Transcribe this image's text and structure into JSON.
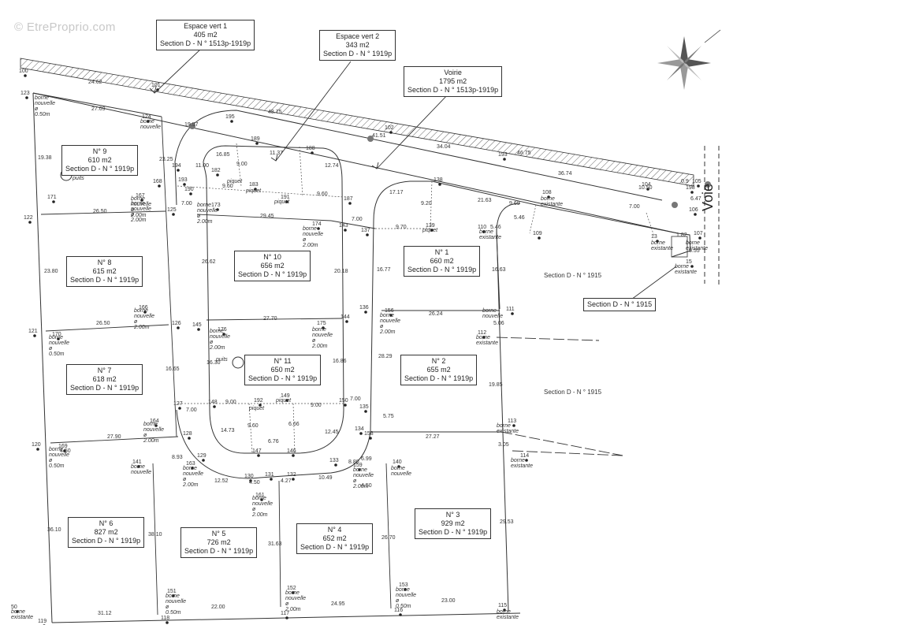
{
  "watermark": "© EtreProprio.com",
  "voie_label": "Voie",
  "parcels": [
    {
      "id": "n9",
      "lines": [
        "N° 9",
        "610 m2",
        "Section D - N ° 1919p"
      ]
    },
    {
      "id": "n8",
      "lines": [
        "N° 8",
        "615 m2",
        "Section D - N ° 1919p"
      ]
    },
    {
      "id": "n7",
      "lines": [
        "N° 7",
        "618 m2",
        "Section D - N ° 1919p"
      ]
    },
    {
      "id": "n6",
      "lines": [
        "N° 6",
        "827 m2",
        "Section D - N ° 1919p"
      ]
    },
    {
      "id": "n5",
      "lines": [
        "N° 5",
        "726 m2",
        "Section D - N ° 1919p"
      ]
    },
    {
      "id": "n4",
      "lines": [
        "N° 4",
        "652 m2",
        "Section D - N ° 1919p"
      ]
    },
    {
      "id": "n3",
      "lines": [
        "N° 3",
        "929 m2",
        "Section D - N ° 1919p"
      ]
    },
    {
      "id": "n2",
      "lines": [
        "N° 2",
        "655 m2",
        "Section D - N ° 1919p"
      ]
    },
    {
      "id": "n1",
      "lines": [
        "N° 1",
        "660 m2",
        "Section D - N ° 1919p"
      ]
    },
    {
      "id": "n10",
      "lines": [
        "N° 10",
        "656 m2",
        "Section D - N ° 1919p"
      ]
    },
    {
      "id": "n11",
      "lines": [
        "N° 11",
        "650 m2",
        "Section D - N ° 1919p"
      ]
    }
  ],
  "callouts": [
    {
      "id": "ev1",
      "lines": [
        "Espace vert 1",
        "405 m2",
        "Section D - N ° 1513p-1919p"
      ]
    },
    {
      "id": "ev2",
      "lines": [
        "Espace vert 2",
        "343 m2",
        "Section D - N ° 1919p"
      ]
    },
    {
      "id": "voirie",
      "lines": [
        "Voirie",
        "1795 m2",
        "Section D - N ° 1513p-1919p"
      ]
    },
    {
      "id": "d1915b",
      "lines": [
        "Section D - N ° 1915"
      ]
    }
  ],
  "sections": [
    "Section D - N ° 1915",
    "Section D - N ° 1915"
  ],
  "points": [
    "100",
    "123",
    "101",
    "124",
    "195",
    "102",
    "193",
    "104",
    "105",
    "198",
    "106",
    "189",
    "188",
    "194",
    "182",
    "183",
    "168",
    "193",
    "190",
    "191",
    "187",
    "138",
    "108",
    "110",
    "109",
    "171",
    "167",
    "125",
    "173",
    "174",
    "143",
    "137",
    "139",
    "13",
    "107",
    "15",
    "122",
    "145",
    "175",
    "144",
    "136",
    "156",
    "111",
    "112",
    "121",
    "170",
    "166",
    "126",
    "176",
    "127",
    "148",
    "192",
    "149",
    "150",
    "135",
    "134",
    "158",
    "113",
    "114",
    "120",
    "169",
    "164",
    "128",
    "129",
    "163",
    "130",
    "131",
    "132",
    "133",
    "159",
    "140",
    "141",
    "147",
    "146",
    "161",
    "151",
    "152",
    "153",
    "50",
    "119",
    "118",
    "117",
    "116",
    "115"
  ],
  "bornes": [
    "borne nouvelle",
    "borne nouvelle ø 0.50m",
    "borne nouvelle ø 2.00m",
    "borne existante",
    "piquet",
    "puits"
  ],
  "dims": [
    "24.62",
    "27.09",
    "19.57",
    "48.75",
    "41.51",
    "34.04",
    "46.75",
    "36.74",
    "10.50",
    "0.9",
    "6.47",
    "16.85",
    "11.00",
    "9.00",
    "11.37",
    "12.74",
    "9.60",
    "9.60",
    "7.00",
    "26.50",
    "29.45",
    "7.00",
    "9.70",
    "9.20",
    "17.17",
    "21.63",
    "9.69",
    "5.46",
    "5.46",
    "7.00",
    "1.82",
    "5.55",
    "19.38",
    "23.25",
    "26.62",
    "20.18",
    "16.77",
    "16.63",
    "26.50",
    "27.70",
    "26.24",
    "23.80",
    "5.06",
    "16.30",
    "16.65",
    "16.86",
    "28.29",
    "19.85",
    "7.00",
    "9.00",
    "9.00",
    "7.00",
    "14.73",
    "12.45",
    "5.75",
    "9.60",
    "6.66",
    "6.76",
    "27.90",
    "27.27",
    "4.50",
    "8.93",
    "12.52",
    "10.49",
    "8.80",
    "6.99",
    "4.50",
    "4.27",
    "4.50",
    "3.05",
    "36.10",
    "38.10",
    "31.63",
    "26.70",
    "29.53",
    "31.12",
    "22.00",
    "24.95",
    "23.00",
    "23.95"
  ]
}
